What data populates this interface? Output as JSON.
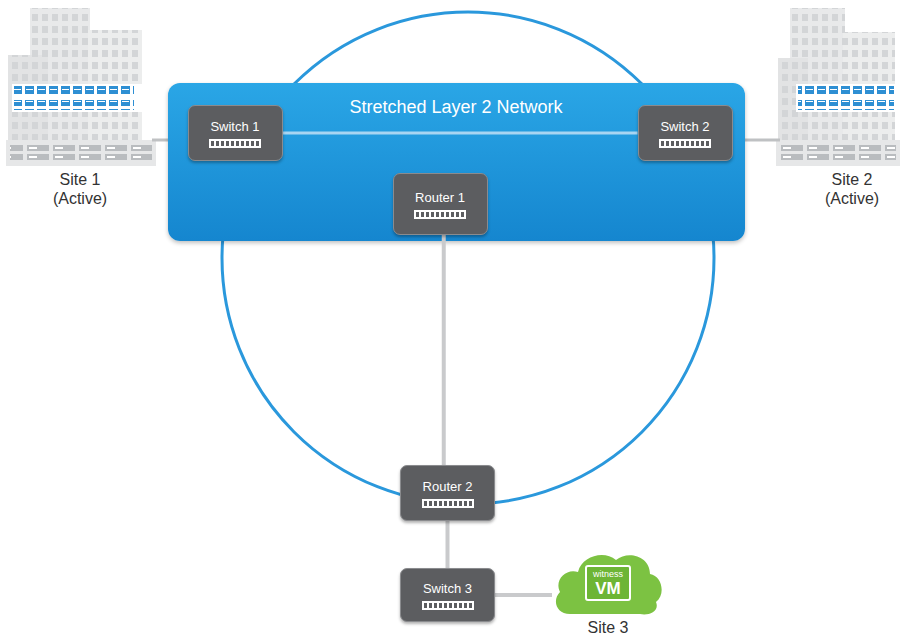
{
  "diagram": {
    "nodes": [
      {
        "text": [
          "Stretched Layer 2 Network"
        ]
      },
      {
        "text": [
          "Switch 1"
        ],
        "in": 0
      },
      {
        "text": [
          "Switch 2"
        ],
        "in": 0
      },
      {
        "text": [
          "Router 1"
        ],
        "in": 0
      },
      {
        "text": [
          "Router 2"
        ]
      },
      {
        "text": [
          "Switch 3"
        ]
      },
      {
        "text": [
          "witness",
          "VM"
        ]
      }
    ],
    "edges": [
      {
        "from": 1,
        "to": 2,
        "arrow": "none"
      },
      {
        "from": 3,
        "to": 4,
        "arrow": "none"
      },
      {
        "from": 4,
        "to": 5,
        "arrow": "none"
      },
      {
        "from": 5,
        "to": 6,
        "arrow": "none"
      }
    ],
    "labels": [
      "Site 1 (Active)",
      "Site 2 (Active)",
      "Site 3"
    ]
  }
}
